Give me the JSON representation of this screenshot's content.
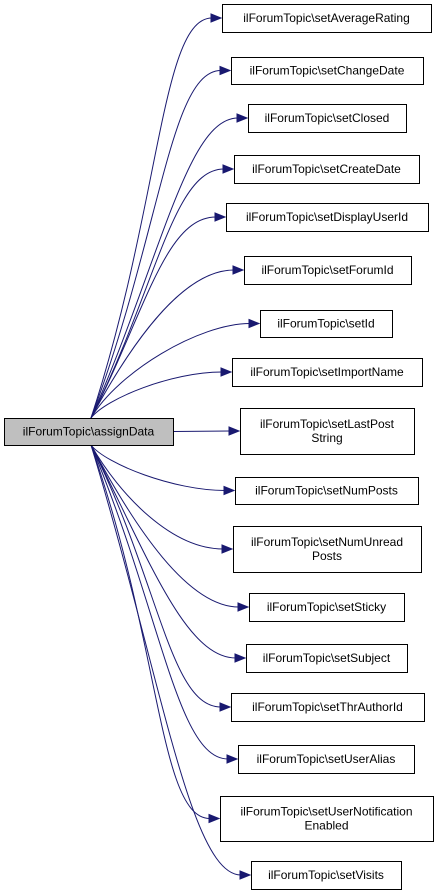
{
  "diagram": {
    "type": "call-graph",
    "source": {
      "lines": [
        "ilForumTopic\\assignData"
      ]
    },
    "targets": [
      {
        "lines": [
          "ilForumTopic\\setAverageRating"
        ]
      },
      {
        "lines": [
          "ilForumTopic\\setChangeDate"
        ]
      },
      {
        "lines": [
          "ilForumTopic\\setClosed"
        ]
      },
      {
        "lines": [
          "ilForumTopic\\setCreateDate"
        ]
      },
      {
        "lines": [
          "ilForumTopic\\setDisplayUserId"
        ]
      },
      {
        "lines": [
          "ilForumTopic\\setForumId"
        ]
      },
      {
        "lines": [
          "ilForumTopic\\setId"
        ]
      },
      {
        "lines": [
          "ilForumTopic\\setImportName"
        ]
      },
      {
        "lines": [
          "ilForumTopic\\setLastPost",
          "String"
        ]
      },
      {
        "lines": [
          "ilForumTopic\\setNumPosts"
        ]
      },
      {
        "lines": [
          "ilForumTopic\\setNumUnread",
          "Posts"
        ]
      },
      {
        "lines": [
          "ilForumTopic\\setSticky"
        ]
      },
      {
        "lines": [
          "ilForumTopic\\setSubject"
        ]
      },
      {
        "lines": [
          "ilForumTopic\\setThrAuthorId"
        ]
      },
      {
        "lines": [
          "ilForumTopic\\setUserAlias"
        ]
      },
      {
        "lines": [
          "ilForumTopic\\setUserNotification",
          "Enabled"
        ]
      },
      {
        "lines": [
          "ilForumTopic\\setVisits"
        ]
      }
    ]
  },
  "colors": {
    "edge": "#191970",
    "source_fill": "#bfbfbf",
    "node_fill": "#ffffff",
    "node_stroke": "#000000"
  }
}
